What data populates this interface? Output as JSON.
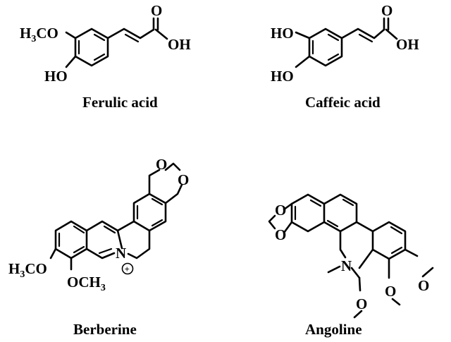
{
  "compounds": [
    {
      "name": "Ferulic acid"
    },
    {
      "name": "Caffeic acid"
    },
    {
      "name": "Berberine"
    },
    {
      "name": "Angoline"
    }
  ],
  "atom_labels": {
    "oxygen": "O",
    "nitrogen": "N",
    "hydroxyl": "OH",
    "hydroxyl_left": "HO",
    "methoxy_prefix": "H",
    "methoxy_sub": "3",
    "methoxy_suffix": "CO",
    "methoxy_ring_prefix": "OCH",
    "methoxy_ring_sub": "3",
    "h3co_prefix": "H",
    "h3co_sub": "3",
    "h3co_suffix": "CO",
    "positive_charge": "+"
  }
}
